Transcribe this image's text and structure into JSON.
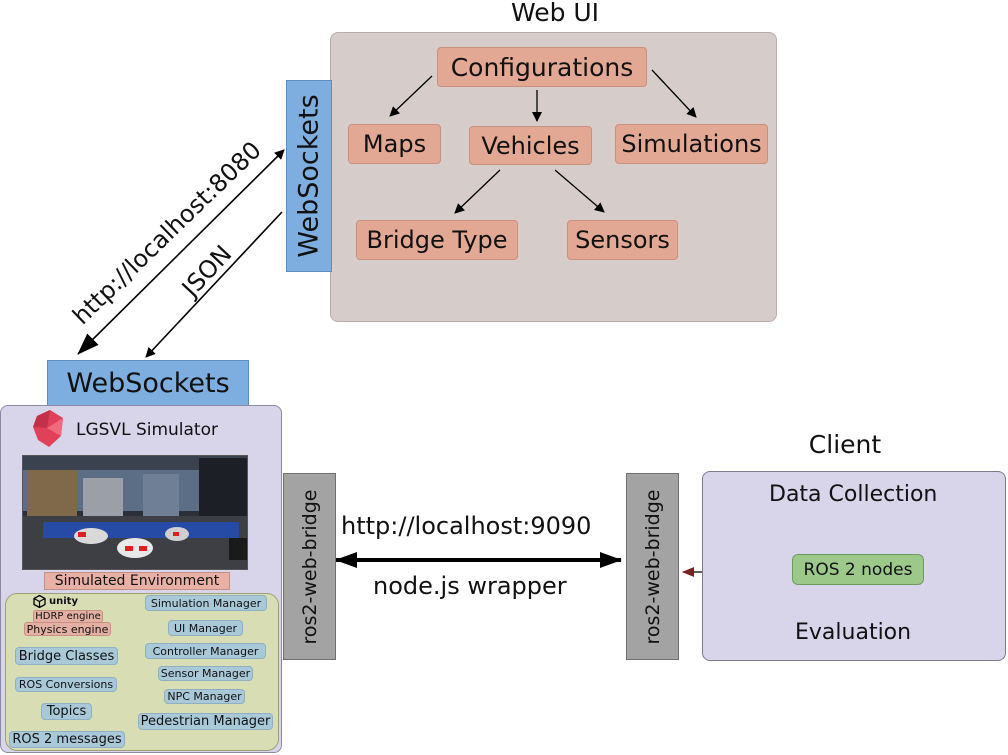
{
  "web_ui": {
    "title": "Web UI",
    "nodes": {
      "configurations": "Configurations",
      "maps": "Maps",
      "vehicles": "Vehicles",
      "simulations": "Simulations",
      "bridge_type": "Bridge Type",
      "sensors": "Sensors"
    }
  },
  "websockets": {
    "vertical_label": "WebSockets",
    "horizontal_label": "WebSockets"
  },
  "links": {
    "upper": "http://localhost:8080",
    "lower": "JSON",
    "bridge_top": "http://localhost:9090",
    "bridge_bottom": "node.js wrapper"
  },
  "simulator": {
    "title": "LGSVL Simulator",
    "environment_label": "Simulated Environment",
    "unity_label": "unity",
    "hdrp_engine": "HDRP engine",
    "physics_engine": "Physics engine",
    "left_items": {
      "bridge_classes": "Bridge Classes",
      "ros_conversions": "ROS Conversions",
      "topics": "Topics",
      "ros2_messages": "ROS 2 messages"
    },
    "right_items": {
      "simulation_manager": "Simulation Manager",
      "ui_manager": "UI Manager",
      "controller_manager": "Controller Manager",
      "sensor_manager": "Sensor Manager",
      "npc_manager": "NPC Manager",
      "pedestrian_manager": "Pedestrian Manager"
    }
  },
  "bridges": {
    "left": "ros2-web-bridge",
    "right": "ros2-web-bridge"
  },
  "client": {
    "title": "Client",
    "data_collection": "Data Collection",
    "ros2_nodes": "ROS 2 nodes",
    "evaluation": "Evaluation"
  },
  "colors": {
    "web_ui_panel": "#d6cdcb",
    "node": "#e2a893",
    "websockets": "#7eaedf",
    "sim_panel": "#d8d5eb",
    "engine_panel": "#d9ddb3",
    "pill": "#a9c9d9",
    "bridge": "#a3a3a3",
    "ros_nodes": "#9cc88a",
    "logo": "#e0405a"
  }
}
